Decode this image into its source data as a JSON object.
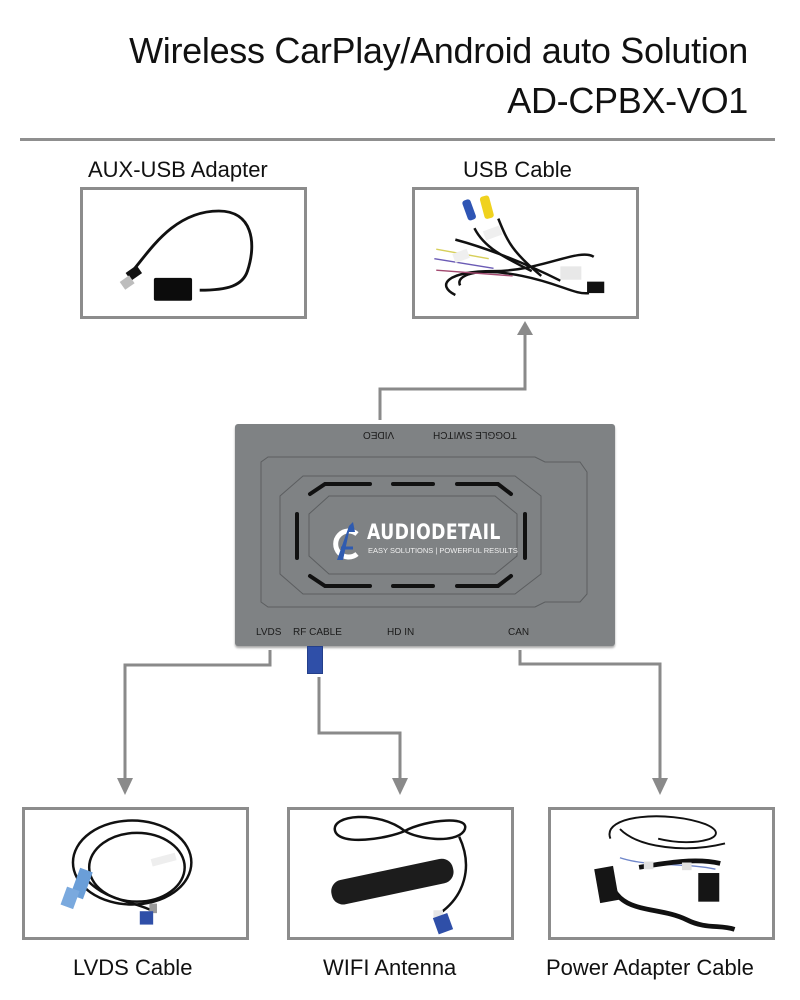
{
  "header": {
    "title": "Wireless CarPlay/Android auto Solution",
    "model": "AD-CPBX-VO1"
  },
  "accessories": {
    "aux_usb_adapter": {
      "label": "AUX-USB Adapter",
      "icon": "aux-usb-adapter-photo"
    },
    "usb_cable": {
      "label": "USB Cable",
      "icon": "usb-cable-harness-photo"
    },
    "lvds_cable": {
      "label": "LVDS Cable",
      "icon": "lvds-cable-photo"
    },
    "wifi_antenna": {
      "label": "WIFI Antenna",
      "icon": "wifi-antenna-photo"
    },
    "power_adapter_cable": {
      "label": "Power Adapter Cable",
      "icon": "power-harness-photo"
    }
  },
  "device": {
    "brand": "AUDIODETAIL",
    "tagline": "EASY SOLUTIONS | POWERFUL RESULTS",
    "top_ports": {
      "video": "VIDEO",
      "toggle_switch": "TOGGLE  SWITCH"
    },
    "bottom_ports": {
      "lvds": "LVDS",
      "rf_cable": "RF CABLE",
      "hd_in": "HD  IN",
      "can": "CAN"
    }
  },
  "connections": [
    {
      "from": "VIDEO",
      "to": "USB Cable"
    },
    {
      "from": "LVDS",
      "to": "LVDS Cable"
    },
    {
      "from": "RF CABLE",
      "to": "WIFI Antenna"
    },
    {
      "from": "CAN",
      "to": "Power Adapter Cable"
    }
  ],
  "colors": {
    "divider": "#8f8f8f",
    "box_border": "#8c8c8c",
    "arrow": "#8a8a8a",
    "device_body": "#7f8284",
    "brand_blue": "#2f5bb0"
  }
}
